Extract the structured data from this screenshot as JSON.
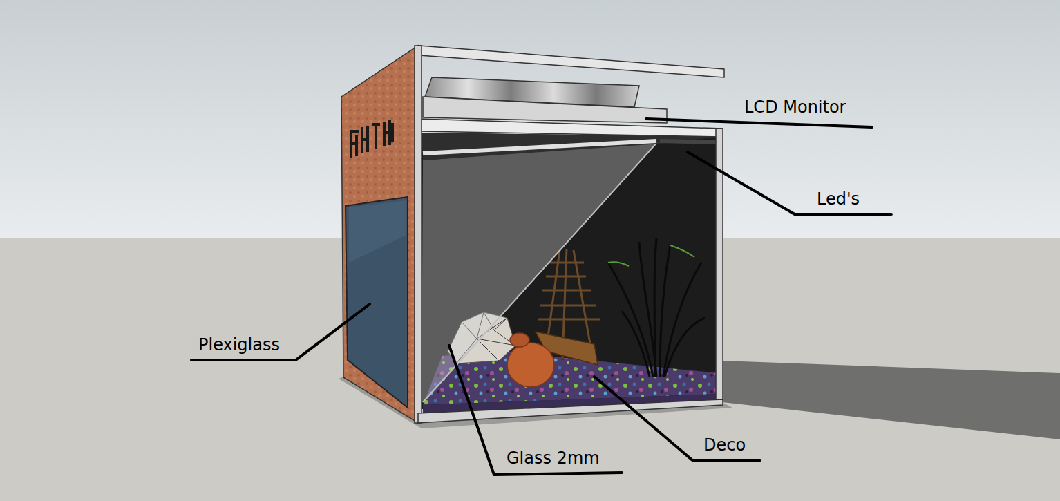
{
  "diagram": {
    "labels": [
      "LCD Monitor",
      "Led's",
      "Plexiglass",
      "Glass 2mm",
      "Deco"
    ]
  }
}
